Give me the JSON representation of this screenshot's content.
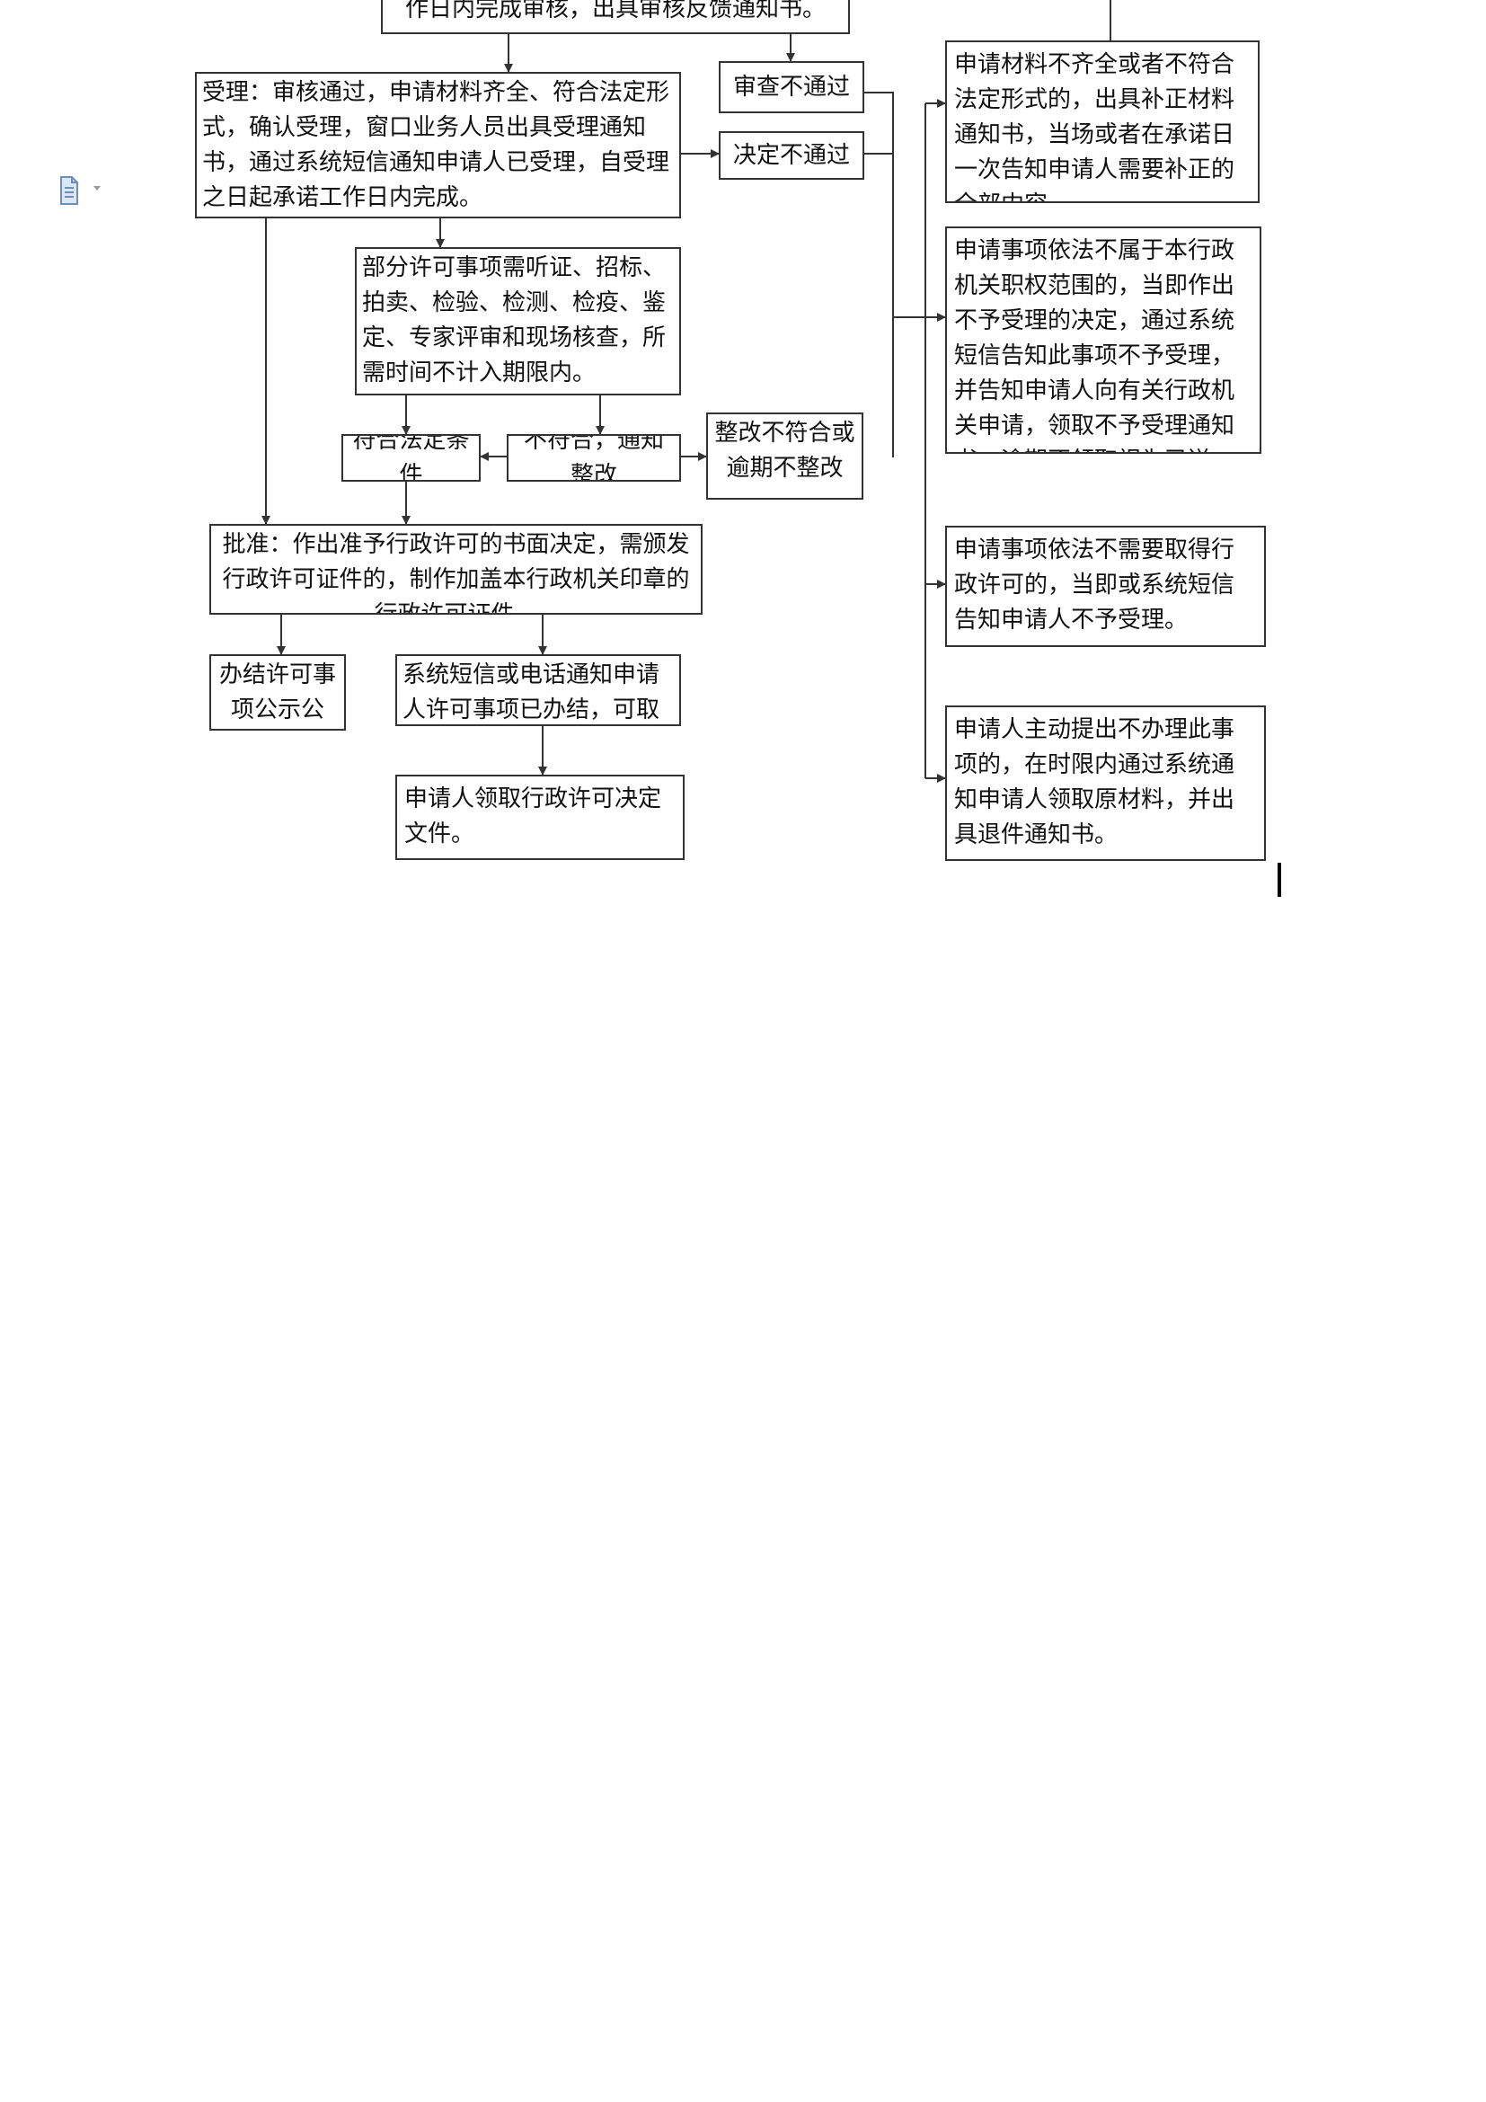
{
  "nodes": {
    "top_review": "作日内完成审核，出具审核反馈通知书。",
    "review_fail": "审查不通过",
    "decision_fail": "决定不通过",
    "accept": "受理：审核通过，申请材料齐全、符合法定形式，确认受理，窗口业务人员出具受理通知书，通过系统短信通知申请人已受理，自受理之日起承诺工作日内完成。",
    "special_procedures": "部分许可事项需听证、招标、拍卖、检验、检测、检疫、鉴定、专家评审和现场核查，所需时间不计入期限内。",
    "meets_conditions": "符合法定条件",
    "not_meet_notify": "不符合，通知整改",
    "rectify_fail": "整改不符合或逾期不整改",
    "approve": "批准：作出准予行政许可的书面决定，需颁发行政许可证件的，制作加盖本行政机关印章的行政许可证件。",
    "publicize": "办结许可事项公示公开。",
    "notify_pickup": "系统短信或电话通知申请人许可事项已办结，可取件。",
    "collect_document": "申请人领取行政许可决定文件。",
    "supplement_materials": "申请材料不齐全或者不符合法定形式的，出具补正材料通知书，当场或者在承诺日一次告知申请人需要补正的全部内容。",
    "not_in_scope": "申请事项依法不属于本行政机关职权范围的，当即作出不予受理的决定，通过系统短信告知此事项不予受理，并告知申请人向有关行政机关申请，领取不予受理通知书，逾期不领取视为已送达。",
    "no_permit_needed": "申请事项依法不需要取得行政许可的，当即或系统短信告知申请人不予受理。",
    "withdraw": "申请人主动提出不办理此事项的，在时限内通过系统通知申请人领取原材料，并出具退件通知书。"
  },
  "colors": {
    "line": "#333333",
    "box_border": "#333333",
    "text": "#111111",
    "icon": "#6c8ebf"
  }
}
